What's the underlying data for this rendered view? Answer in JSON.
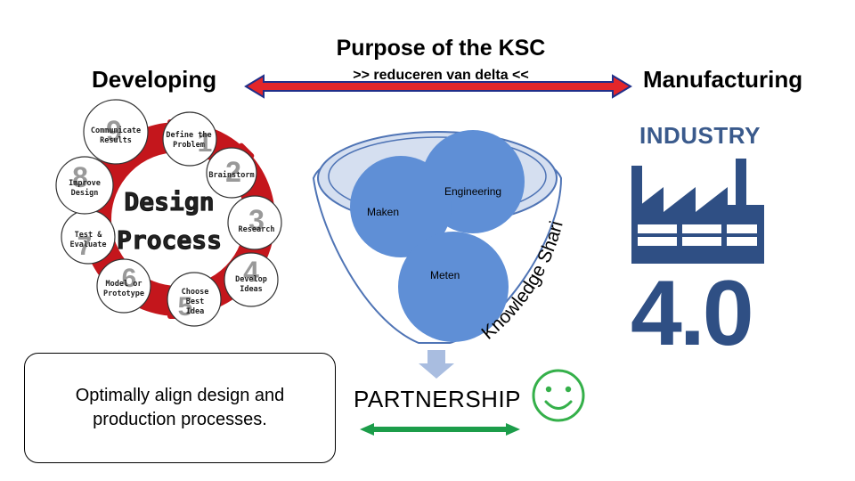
{
  "header": {
    "title": "Purpose of the KSC",
    "subtitle": ">> reduceren van delta <<",
    "left_label": "Developing",
    "right_label": "Manufacturing"
  },
  "design_process": {
    "title_line1": "Design",
    "title_line2": "Process",
    "steps": [
      {
        "number": "1",
        "label_line1": "Define the",
        "label_line2": "Problem"
      },
      {
        "number": "2",
        "label_line1": "Brainstorm",
        "label_line2": ""
      },
      {
        "number": "3",
        "label_line1": "Research",
        "label_line2": ""
      },
      {
        "number": "4",
        "label_line1": "Develop",
        "label_line2": "Ideas"
      },
      {
        "number": "5",
        "label_line1": "Choose",
        "label_line2": "Best",
        "label_line3": "Idea"
      },
      {
        "number": "6",
        "label_line1": "Model or",
        "label_line2": "Prototype"
      },
      {
        "number": "7",
        "label_line1": "Test &",
        "label_line2": "Evaluate"
      },
      {
        "number": "8",
        "label_line1": "Improve",
        "label_line2": "Design"
      },
      {
        "number": "9",
        "label_line1": "Communicate",
        "label_line2": "Results"
      }
    ]
  },
  "funnel": {
    "circles": {
      "engineering": "Engineering",
      "maken": "Maken",
      "meten": "Meten"
    },
    "side_text": "Knowledge Sharing",
    "output": "PARTNERSHIP"
  },
  "industry": {
    "title": "INDUSTRY",
    "version": "4.0"
  },
  "note": "Optimally align design and production processes.",
  "colors": {
    "arrow_top": "#e3262a",
    "arrow_top_border": "#1f2f8a",
    "arrow_bottom": "#1c9d4a",
    "funnel_outline": "#4f74b5",
    "funnel_fill": "#ffffff",
    "funnel_top_fill": "#d5dff0",
    "circle_fill": "#5f8fd6",
    "down_arrow": "#a9bde0",
    "smiley": "#35b04a",
    "factory": "#2f4f84",
    "gear": "#c4161c"
  },
  "icons": {
    "smiley": "smiley-icon",
    "factory": "factory-icon",
    "gear": "gear-icon"
  }
}
